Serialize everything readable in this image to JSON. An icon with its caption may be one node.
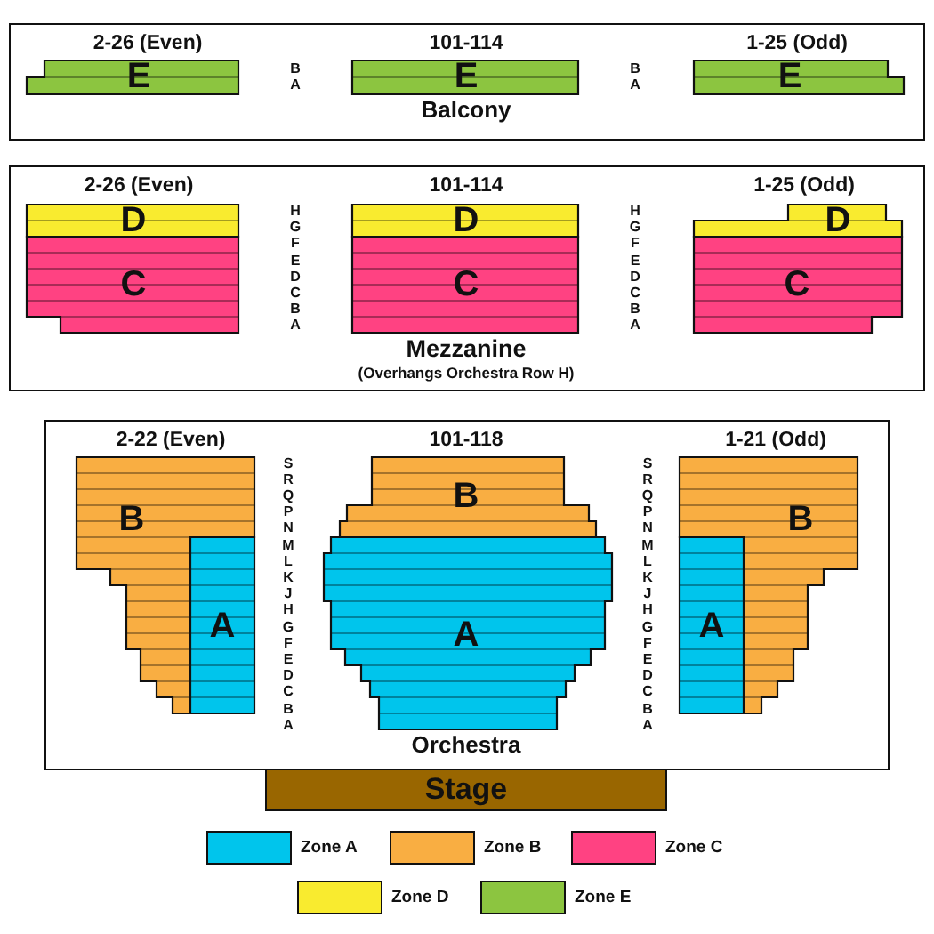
{
  "diagram": {
    "nodes": [
      {
        "text": [
          "Balcony"
        ]
      },
      {
        "text": [
          "E"
        ],
        "in": 0,
        "beside": [
          "2-26 (Even)"
        ]
      },
      {
        "text": [
          "E"
        ],
        "in": 0,
        "beside": [
          "101-114"
        ]
      },
      {
        "text": [
          "E"
        ],
        "in": 0,
        "beside": [
          "1-25 (Odd)"
        ]
      },
      {
        "text": [
          "Mezzanine",
          "(Overhangs Orchestra Row H)"
        ]
      },
      {
        "text": [
          "D"
        ],
        "in": 4,
        "beside": [
          "2-26 (Even)"
        ]
      },
      {
        "text": [
          "C"
        ],
        "in": 4
      },
      {
        "text": [
          "D"
        ],
        "in": 4,
        "beside": [
          "101-114"
        ]
      },
      {
        "text": [
          "C"
        ],
        "in": 4
      },
      {
        "text": [
          "D"
        ],
        "in": 4,
        "beside": [
          "1-25 (Odd)"
        ]
      },
      {
        "text": [
          "C"
        ],
        "in": 4
      },
      {
        "text": [
          "Orchestra"
        ]
      },
      {
        "text": [
          "B"
        ],
        "in": 11,
        "beside": [
          "2-22 (Even)"
        ]
      },
      {
        "text": [
          "A"
        ],
        "in": 11
      },
      {
        "text": [
          "B"
        ],
        "in": 11,
        "beside": [
          "101-118"
        ]
      },
      {
        "text": [
          "A"
        ],
        "in": 11
      },
      {
        "text": [
          "B"
        ],
        "in": 11,
        "beside": [
          "1-21 (Odd)"
        ]
      },
      {
        "text": [
          "A"
        ],
        "in": 11
      },
      {
        "text": [
          "Stage"
        ]
      }
    ],
    "labels": [
      "B A",
      "B A",
      "H G F E D C B A",
      "H G F E D C B A",
      "S R Q P N M L K J H G F E D C B A",
      "S R Q P N M L K J H G F E D C B A"
    ],
    "legend": [
      {
        "text": "Zone A",
        "color": "#00c5ec"
      },
      {
        "text": "Zone B",
        "color": "#f9ae42"
      },
      {
        "text": "Zone C",
        "color": "#ff4282"
      },
      {
        "text": "Zone D",
        "color": "#f9eb2f"
      },
      {
        "text": "Zone E",
        "color": "#8cc540"
      }
    ]
  }
}
